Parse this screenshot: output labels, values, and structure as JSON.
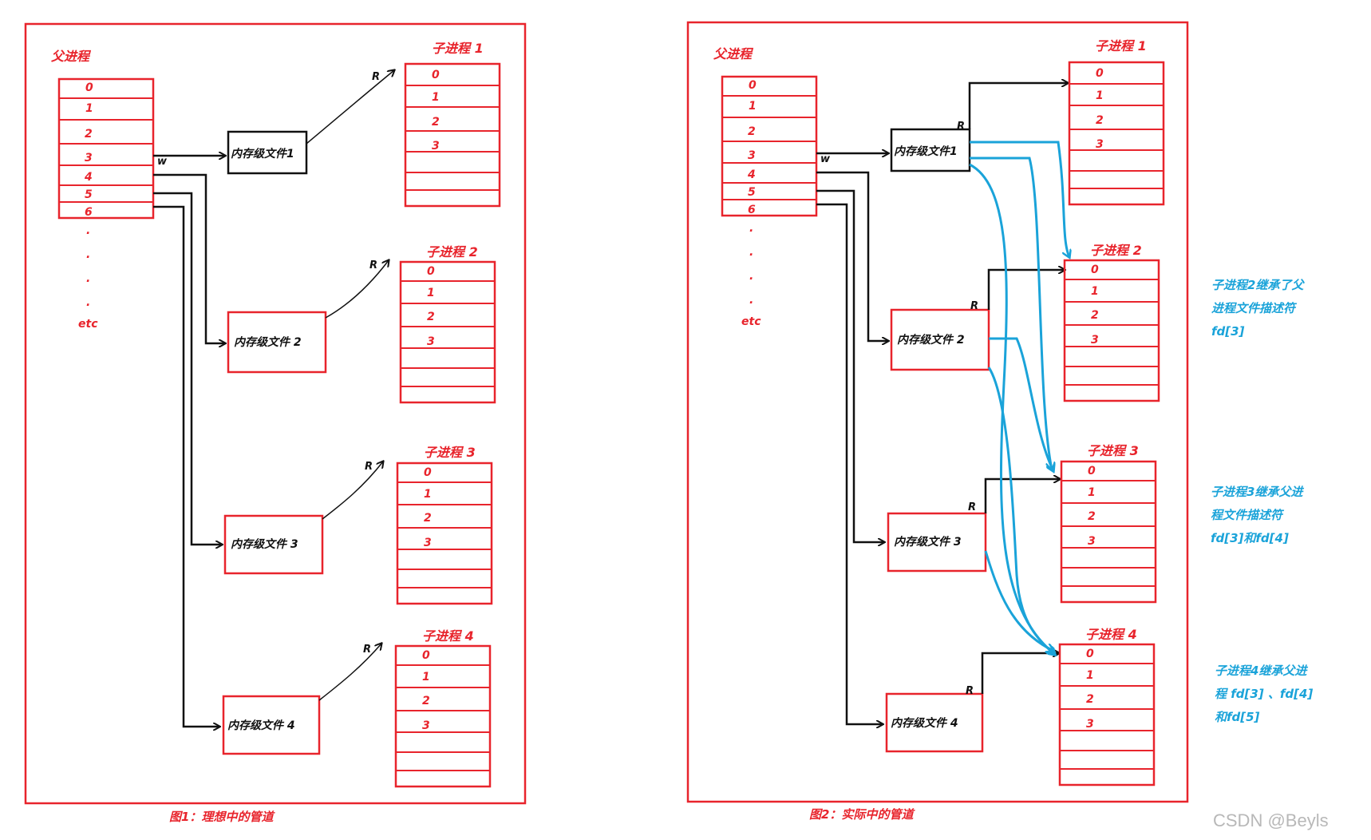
{
  "parent": {
    "title": "父进程",
    "fd": [
      "0",
      "1",
      "2",
      "3",
      "4",
      "5",
      "6"
    ],
    "dots": ".",
    "etc": "etc"
  },
  "labels": {
    "w": "w",
    "r": "R"
  },
  "figure1": {
    "caption": "图1：理想中的管道",
    "files": [
      "内存级文件1",
      "内存级文件 2",
      "内存级文件 3",
      "内存级文件 4"
    ],
    "children": [
      "子进程 1",
      "子进程 2",
      "子进程 3",
      "子进程 4"
    ]
  },
  "figure2": {
    "caption": "图2：实际中的管道",
    "files": [
      "内存级文件1",
      "内存级文件 2",
      "内存级文件 3",
      "内存级文件 4"
    ],
    "children": [
      "子进程 1",
      "子进程 2",
      "子进程 3",
      "子进程 4"
    ],
    "notes": [
      [
        "子进程2继承了父",
        "进程文件描述符",
        "fd[3]"
      ],
      [
        "子进程3继承父进",
        "程文件描述符",
        "fd[3]和fd[4]"
      ],
      [
        "子进程4继承父进",
        "程 fd[3] 、fd[4]",
        "和fd[5]"
      ]
    ]
  },
  "child_fd": [
    "0",
    "1",
    "2",
    "3"
  ],
  "watermark": "CSDN @Beyls",
  "colors": {
    "frame": "#e8242c",
    "arrow": "#111111",
    "inherit": "#1aa3d9"
  }
}
